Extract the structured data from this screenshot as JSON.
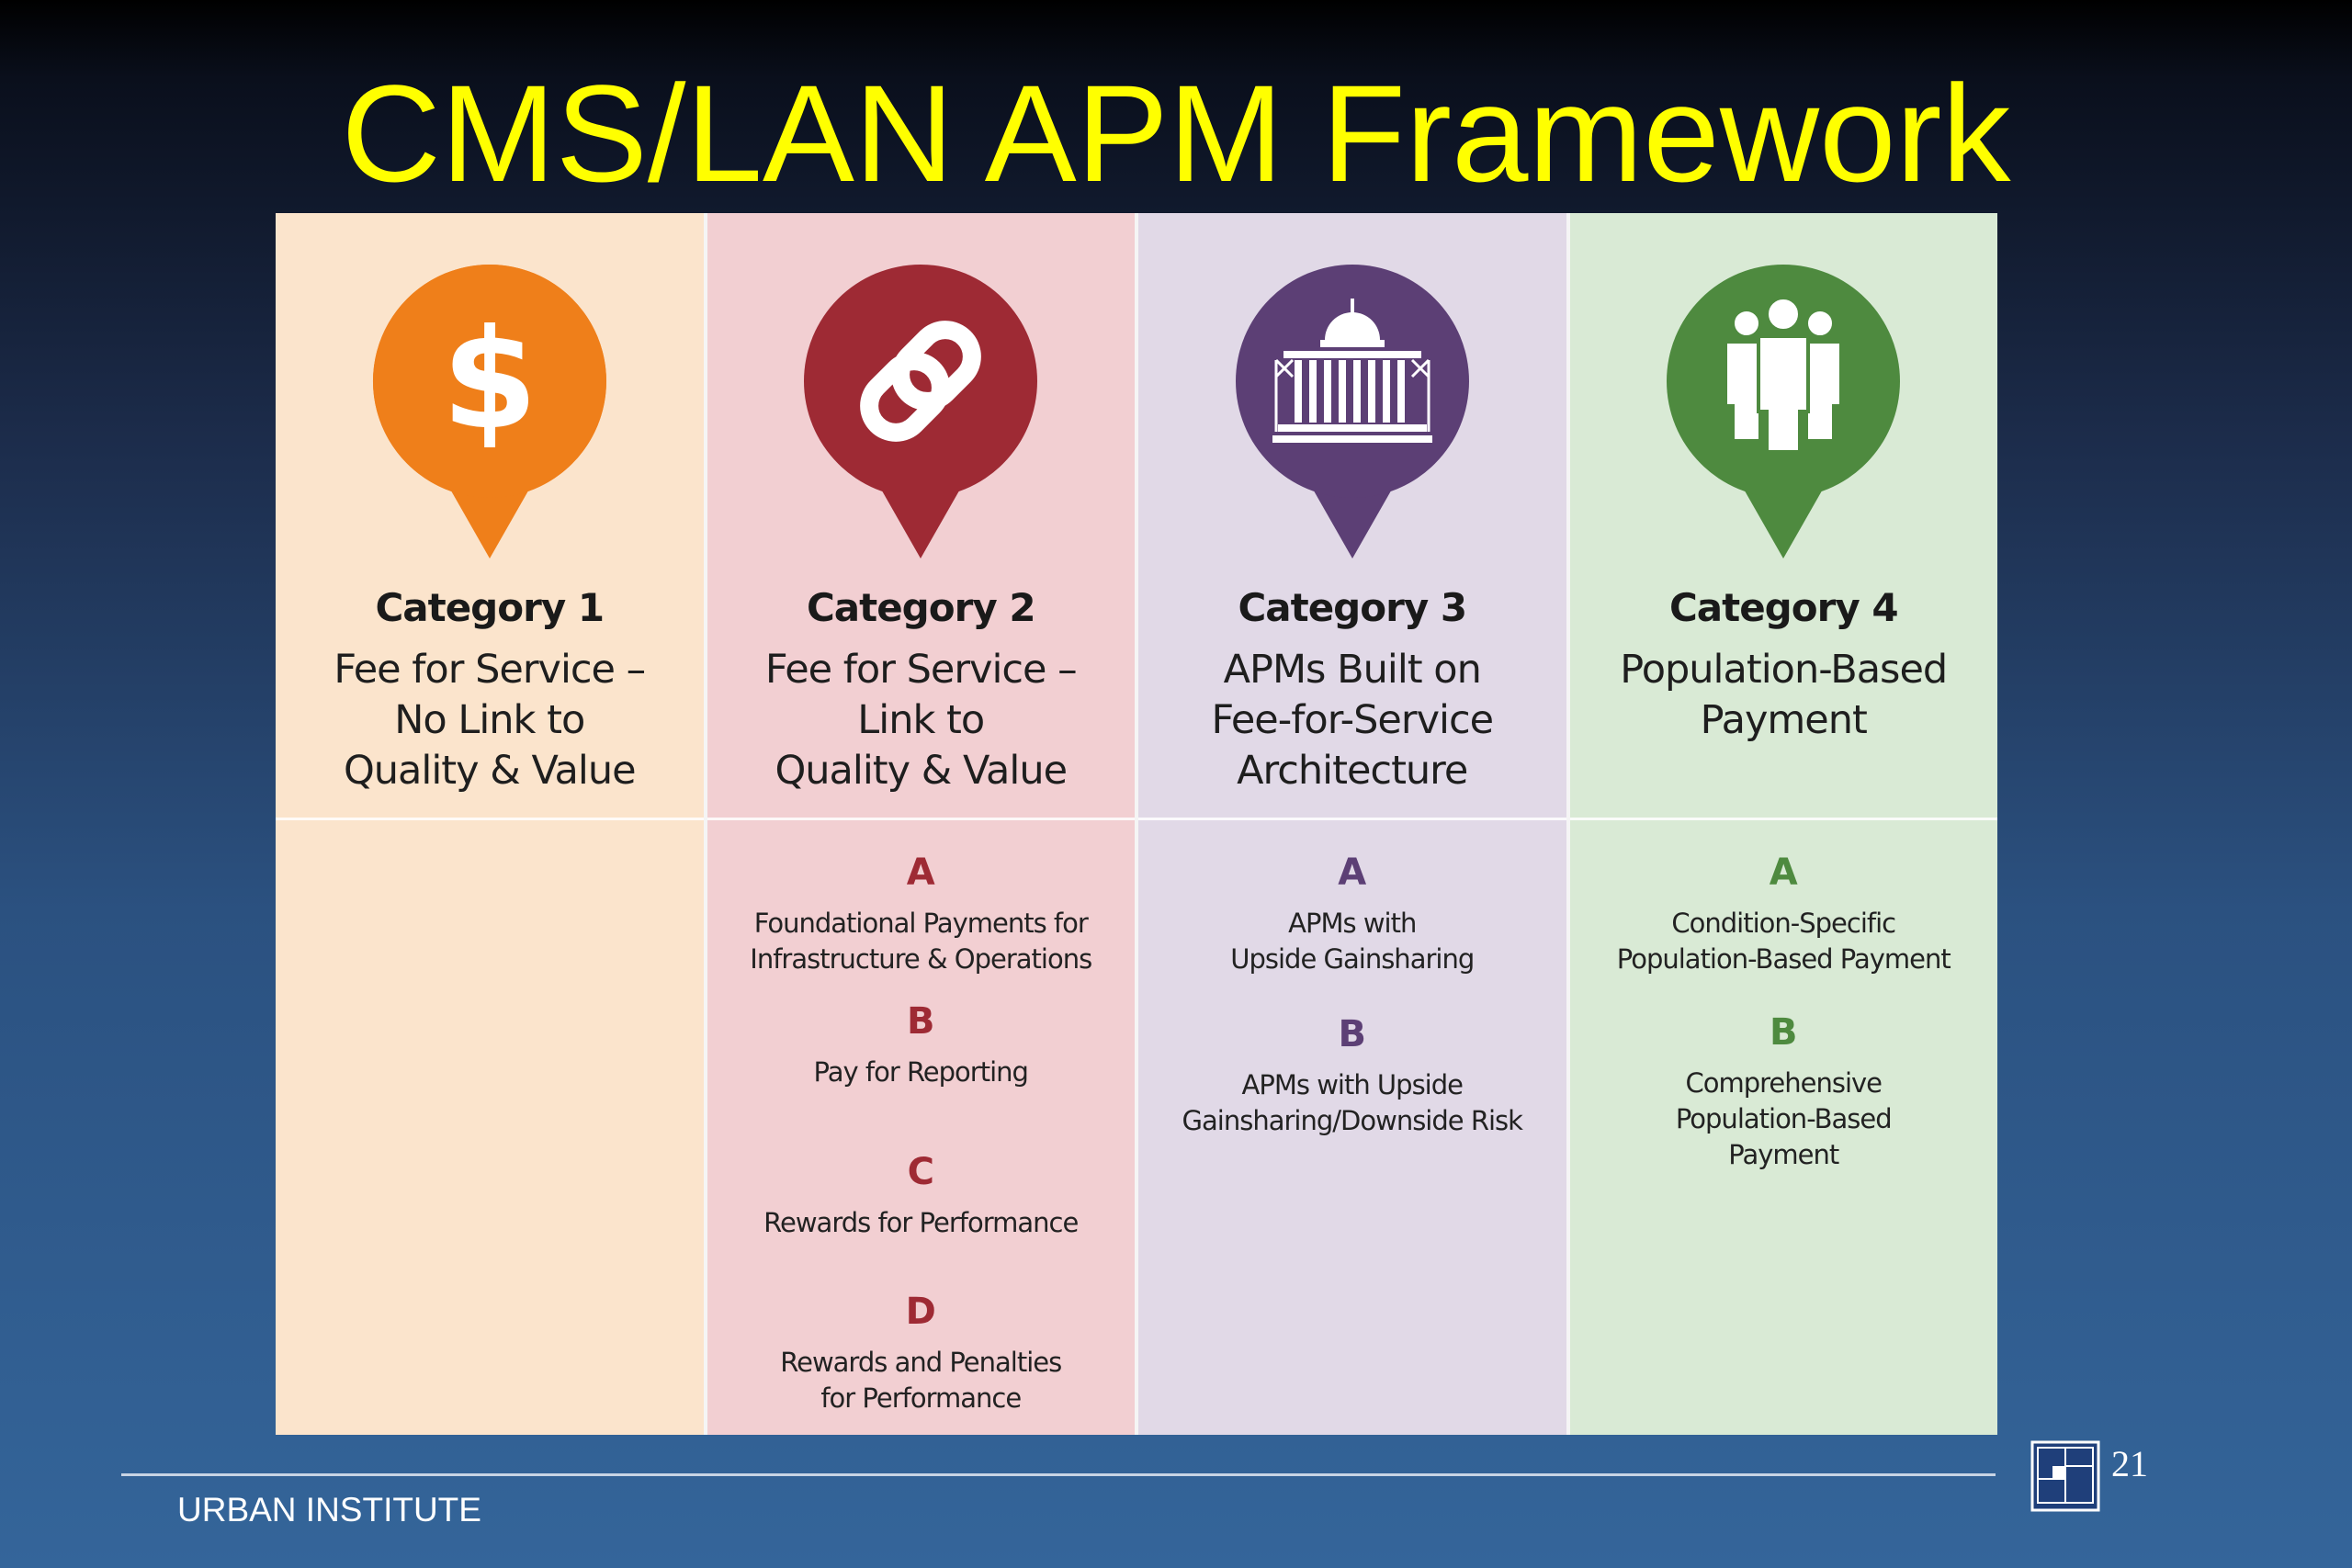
{
  "title": "CMS/LAN APM Framework",
  "colors": {
    "title": "#ffff00",
    "cat1_bg": "#fbe4cc",
    "cat2_bg": "#f2cfd2",
    "cat3_bg": "#e1d9e7",
    "cat4_bg": "#d9ead5",
    "cat1_accent": "#ef7f1a",
    "cat2_accent": "#9e2a34",
    "cat3_accent": "#5c3f75",
    "cat4_accent": "#4e8a3f"
  },
  "categories": [
    {
      "heading": "Category 1",
      "icon": "dollar-sign-icon",
      "description": [
        "Fee for Service –",
        "No Link to",
        "Quality & Value"
      ],
      "subcategories": []
    },
    {
      "heading": "Category 2",
      "icon": "chain-link-icon",
      "description": [
        "Fee for Service –",
        "Link to",
        "Quality & Value"
      ],
      "subcategories": [
        {
          "letter": "A",
          "text": [
            "Foundational Payments for",
            "Infrastructure & Operations"
          ]
        },
        {
          "letter": "B",
          "text": [
            "Pay for Reporting"
          ]
        },
        {
          "letter": "C",
          "text": [
            "Rewards for Performance"
          ]
        },
        {
          "letter": "D",
          "text": [
            "Rewards and Penalties",
            "for Performance"
          ]
        }
      ]
    },
    {
      "heading": "Category 3",
      "icon": "capitol-building-icon",
      "description": [
        "APMs Built on",
        "Fee-for-Service",
        "Architecture"
      ],
      "subcategories": [
        {
          "letter": "A",
          "text": [
            "APMs with",
            "Upside Gainsharing"
          ]
        },
        {
          "letter": "B",
          "text": [
            "APMs with Upside",
            "Gainsharing/Downside Risk"
          ]
        }
      ]
    },
    {
      "heading": "Category 4",
      "icon": "people-group-icon",
      "description": [
        "Population-Based",
        "Payment"
      ],
      "subcategories": [
        {
          "letter": "A",
          "text": [
            "Condition-Specific",
            "Population-Based Payment"
          ]
        },
        {
          "letter": "B",
          "text": [
            "Comprehensive",
            "Population-Based",
            "Payment"
          ]
        }
      ]
    }
  ],
  "footer": {
    "organization": "URBAN INSTITUTE",
    "page_number": "21",
    "logo_icon": "urban-institute-logo-icon"
  }
}
